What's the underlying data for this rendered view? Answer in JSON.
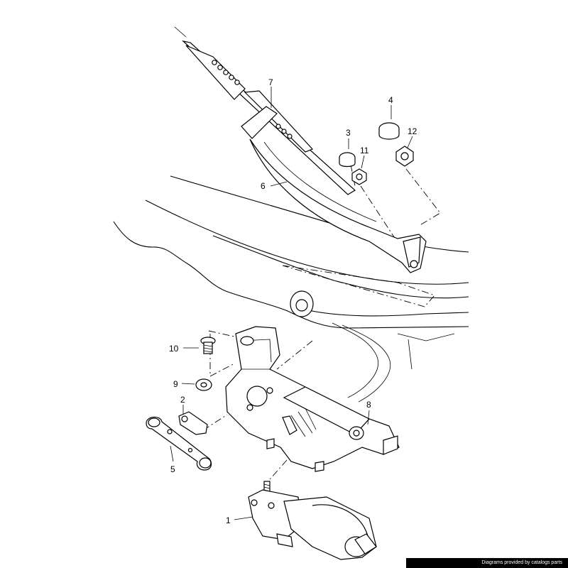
{
  "diagram": {
    "callouts": [
      "1",
      "2",
      "3",
      "4",
      "5",
      "6",
      "7",
      "8",
      "9",
      "10",
      "11",
      "12"
    ]
  },
  "footer": {
    "credit": "Diagrams provided by catalogs parts"
  },
  "colors": {
    "line": "#000000",
    "background": "#ffffff",
    "credit_bar": "#000000"
  }
}
